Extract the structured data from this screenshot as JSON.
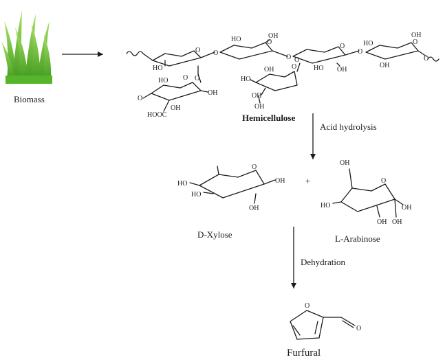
{
  "labels": {
    "biomass": "Biomass",
    "hemicellulose": "Hemicellulose",
    "acid_hydrolysis": "Acid hydrolysis",
    "d_xylose": "D-Xylose",
    "plus": "+",
    "l_arabinose": "L-Arabinose",
    "dehydration": "Dehydration",
    "furfural": "Furfural"
  },
  "atoms": {
    "oh": "OH",
    "ho": "HO",
    "o": "O",
    "hooc": "HOOC"
  },
  "colors": {
    "grass_light": "#8fd14f",
    "grass_dark": "#3f9a1e",
    "ink": "#1a1a1a"
  },
  "icons": [
    "grass-icon",
    "reaction-arrow",
    "wavy-bond"
  ]
}
